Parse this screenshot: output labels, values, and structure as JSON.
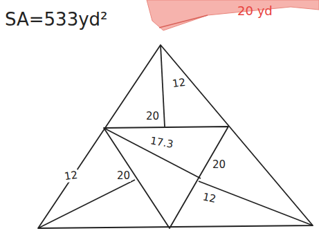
{
  "diagram": {
    "labels": [
      "20 yd",
      "SA=533yd²",
      "12",
      "20",
      "17.3",
      "20",
      "12",
      "20",
      "12"
    ]
  }
}
